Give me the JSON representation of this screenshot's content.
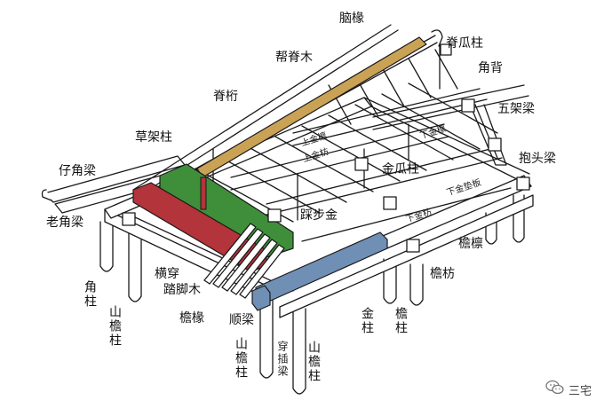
{
  "colors": {
    "line": "#1a1a1a",
    "ridge_beam": "#c9a255",
    "green_beam": "#3f8f3a",
    "red_beam": "#b3343a",
    "blue_beam": "#6f8fb5",
    "bg": "#ffffff"
  },
  "labels": {
    "naoxiang": "脑椽",
    "gualing_zhu": "脊瓜柱",
    "bangji_mu": "帮脊木",
    "jiaobei": "角背",
    "ji_heng": "脊桁",
    "wujia_liang": "五架梁",
    "chajia_zhu": "草架柱",
    "shangjin_lin": "上金檩",
    "shangjin_fang": "上金枋",
    "xiajin_lin": "下金檩",
    "zijiao_liang": "仔角梁",
    "jingua_zhu": "金瓜柱",
    "baotou_liang": "抱头梁",
    "xiajin_dianban": "下金垫板",
    "laojiao_liang": "老角梁",
    "cibu_jin": "踩步金",
    "xiajin_fang": "下金枋",
    "yan_lin": "檐檩",
    "heng_chuan": "横穿",
    "tajiao_mu": "踏脚木",
    "yan_fang": "檐枋",
    "jiao_zhu": "角柱",
    "shan_yanzhu_left": "山檐柱",
    "yan_chuan": "檐椽",
    "shun_liang": "顺梁",
    "jin_zhu": "金柱",
    "yan_zhu": "檐柱",
    "shan_yanzhu_mid": "山檐柱",
    "chuancha_liang": "穿插梁",
    "shan_yanzhu_right": "山檐柱"
  },
  "watermark": {
    "text": "三宅",
    "icon": "wechat-icon"
  }
}
